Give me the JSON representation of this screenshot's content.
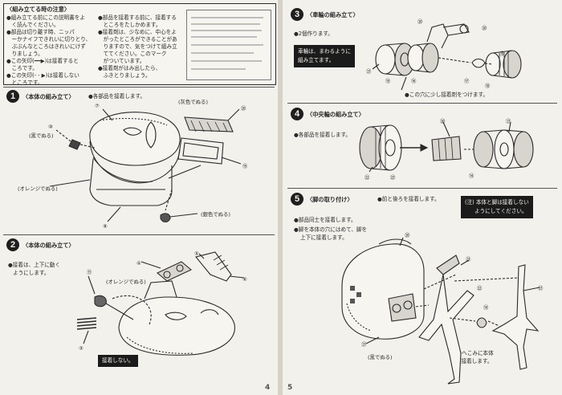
{
  "left_page": {
    "notes": {
      "title": "〈組み立てる時の注意〉",
      "lines": [
        "●組み立てる前にこの説明書をよ",
        "　く読んでください。",
        "●部品は切り離す時、ニッパ",
        "　ーかナイフできれいに切りとり、",
        "　ぶぶんなところはきれいにけず",
        "　りましょう。",
        "●この矢印(━━▶)は接着すると",
        "　ころです。",
        "●この矢印(- - ▶)は接着しない",
        "　ところです。"
      ],
      "col2": [
        "●部品を接着する前に、接着する",
        "　ところをたしかめます。",
        "●接着剤は、少なめに、中心をよ",
        "　がったところができることがあ",
        "　りますので、気をつけて組み立",
        "　ててください。このマーク",
        "　がついています。",
        "●接着剤がはみ出したら、",
        "　ふきとりましょう。"
      ]
    },
    "step1": {
      "num": "1",
      "title": "〈本体の組み立て〉",
      "desc": "●各部品を接着します。",
      "labels": [
        "⑦",
        "⑩",
        "(黒でぬる)",
        "(灰色でぬる)",
        "⑳",
        "⑮",
        "(オレンジでぬる)",
        "⑧",
        "(銀色でぬる)"
      ]
    },
    "step2": {
      "num": "2",
      "title": "〈本体の組み立て〉",
      "desc1": "●接着は、上下に動く",
      "desc2": "ようにします。",
      "labels": [
        "⑪",
        "④",
        "⑤",
        "⑥",
        "(オレンジでぬる)",
        "③"
      ],
      "note": "接着しない。"
    }
  },
  "right_page": {
    "step3": {
      "num": "3",
      "title": "〈車輪の組み立て〉",
      "desc": "●2個作ります。",
      "black_note1": "車輪は、まわるように",
      "black_note2": "組み立てます。",
      "bottom_note": "●この穴に少し接着剤をつけます。",
      "labels": [
        "⑳",
        "⑳",
        "⑱",
        "㉑",
        "⑮",
        "⑯",
        "⑰",
        "⑱"
      ]
    },
    "step4": {
      "num": "4",
      "title": "〈中央輪の組み立て〉",
      "desc": "●各部品を接着します。",
      "labels": [
        "⑳",
        "㉑",
        "㉒",
        "㉓",
        "⑭"
      ]
    },
    "step5": {
      "num": "5",
      "title": "〈脚の取り付け〉",
      "desc": "●前と後ろを接着します。",
      "step_a": "●部品同士を接着します。",
      "step_b1": "●脚を本体の穴にはめて、脚を",
      "step_b2": "上下に接着します。",
      "caution1": "(注) 本体と脚は接着しない",
      "caution2": "ようにしてください。",
      "hole_note1": "このへこみに本体",
      "hole_note2": "に接着します。",
      "black_label": "(黒でぬる)",
      "labels": [
        "⑳",
        "㉑",
        "㉑",
        "㉒",
        "⑭",
        "㉑"
      ]
    }
  }
}
